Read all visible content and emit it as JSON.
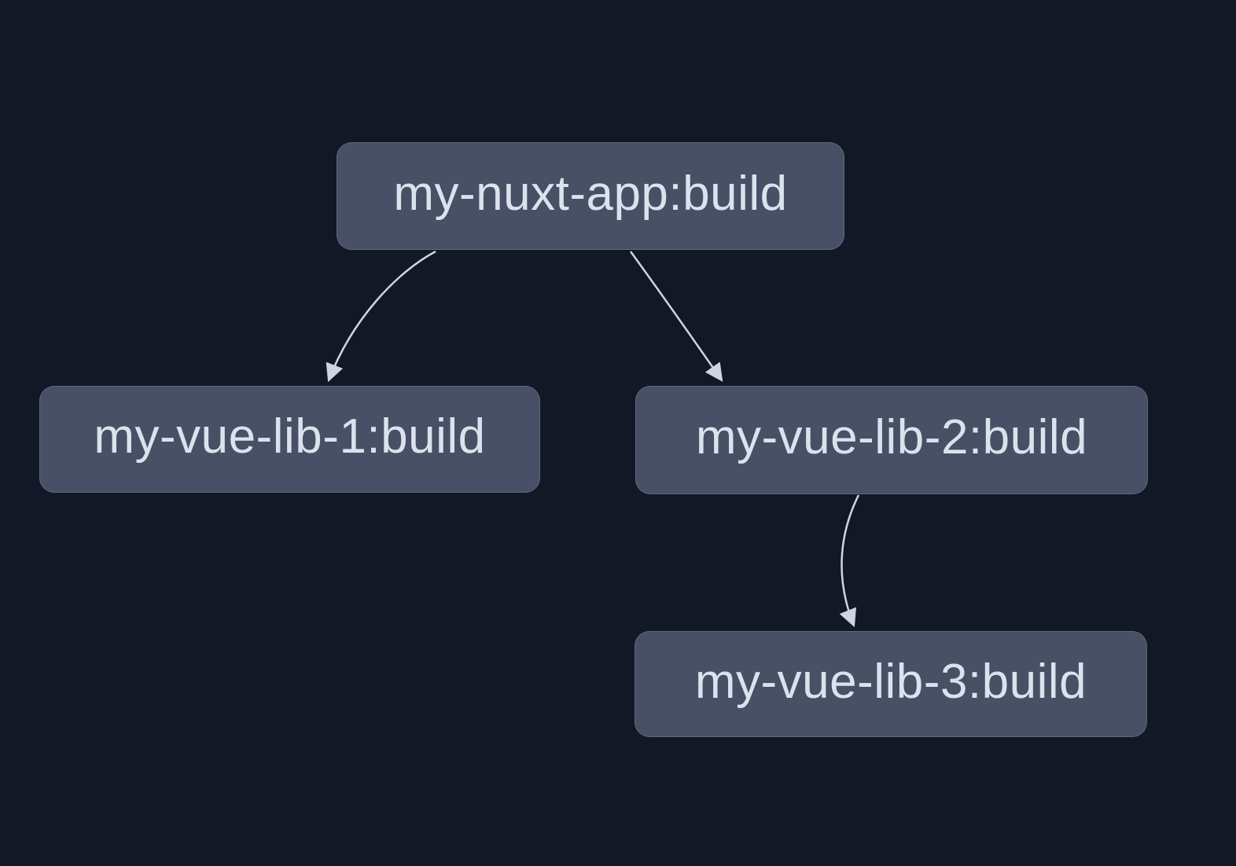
{
  "graph": {
    "nodes": [
      {
        "id": "my-nuxt-app:build",
        "label": "my-nuxt-app:build"
      },
      {
        "id": "my-vue-lib-1:build",
        "label": "my-vue-lib-1:build"
      },
      {
        "id": "my-vue-lib-2:build",
        "label": "my-vue-lib-2:build"
      },
      {
        "id": "my-vue-lib-3:build",
        "label": "my-vue-lib-3:build"
      }
    ],
    "edges": [
      {
        "from": "my-nuxt-app:build",
        "to": "my-vue-lib-1:build"
      },
      {
        "from": "my-nuxt-app:build",
        "to": "my-vue-lib-2:build"
      },
      {
        "from": "my-vue-lib-2:build",
        "to": "my-vue-lib-3:build"
      }
    ],
    "colors": {
      "background": "#121826",
      "node_fill": "#475064",
      "node_text": "#dbe2ee",
      "edge": "#ccd5e2"
    }
  }
}
